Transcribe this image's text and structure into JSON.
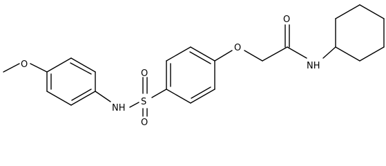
{
  "molecule": {
    "atom_labels": {
      "methoxy_o": "O",
      "sulfonamide_nh": "NH",
      "sulfur": "S",
      "sulfonyl_o_top": "O",
      "sulfonyl_o_bottom": "O",
      "ether_o": "O",
      "carbonyl_o": "O",
      "amide_nh": "NH"
    },
    "colors": {
      "bond": "#000000",
      "label": "#000000",
      "background": "#ffffff"
    }
  }
}
